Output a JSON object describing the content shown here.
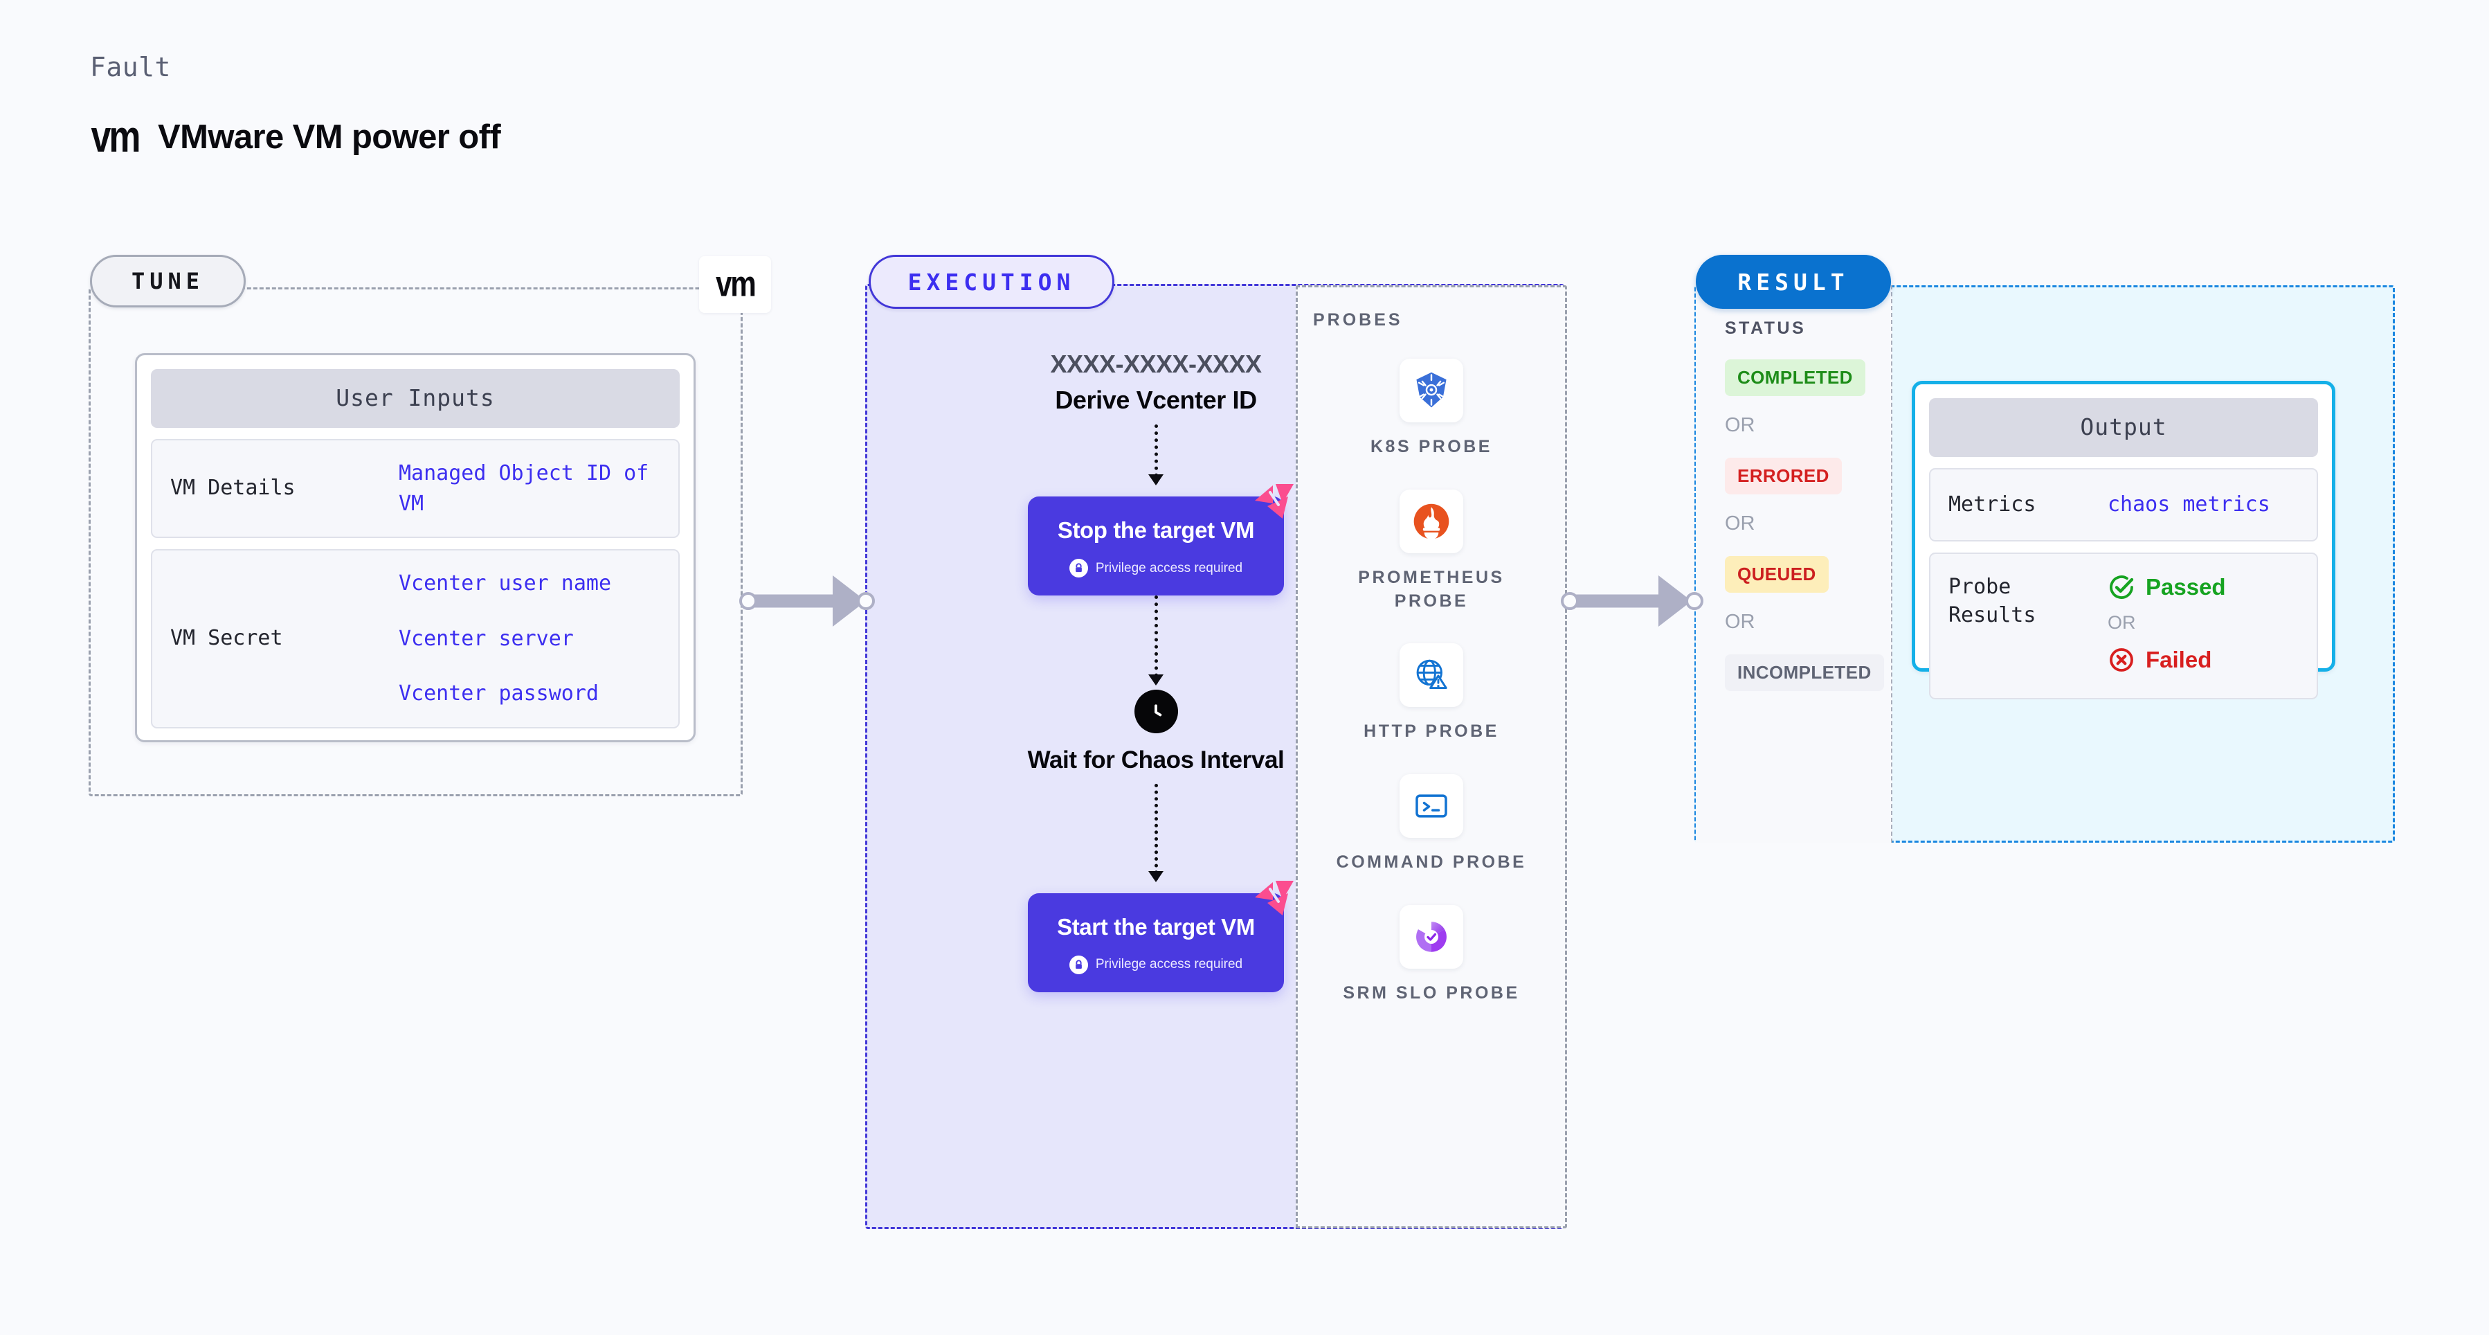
{
  "header": {
    "kicker": "Fault",
    "logo_text": "vm",
    "title": "VMware VM power off"
  },
  "tune": {
    "badge": "TUNE",
    "chip_logo": "vm",
    "card": {
      "title": "User Inputs",
      "rows": [
        {
          "label": "VM Details",
          "values": [
            "Managed Object ID of VM"
          ]
        },
        {
          "label": "VM Secret",
          "values": [
            "Vcenter user name",
            "Vcenter server",
            "Vcenter password"
          ]
        }
      ]
    }
  },
  "execution": {
    "badge": "EXECUTION",
    "derive": {
      "id_placeholder": "XXXX-XXXX-XXXX",
      "label": "Derive Vcenter ID"
    },
    "steps": [
      {
        "title": "Stop the target VM",
        "subtitle": "Privilege access required",
        "icon": "lock-icon",
        "badge_icon": "chaos-badge-icon"
      },
      {
        "title": "Wait for Chaos Interval",
        "icon": "clock-icon"
      },
      {
        "title": "Start the target VM",
        "subtitle": "Privilege access required",
        "icon": "lock-icon",
        "badge_icon": "chaos-badge-icon"
      }
    ]
  },
  "probes": {
    "title": "PROBES",
    "items": [
      {
        "name": "K8S PROBE",
        "icon": "kubernetes-icon"
      },
      {
        "name": "PROMETHEUS PROBE",
        "icon": "prometheus-icon"
      },
      {
        "name": "HTTP PROBE",
        "icon": "http-globe-warning-icon"
      },
      {
        "name": "COMMAND PROBE",
        "icon": "terminal-icon"
      },
      {
        "name": "SRM SLO PROBE",
        "icon": "srm-slo-icon"
      }
    ]
  },
  "result": {
    "badge": "RESULT",
    "status": {
      "heading": "STATUS",
      "or_label": "OR",
      "items": [
        {
          "label": "COMPLETED",
          "bg": "#dcf5d8",
          "fg": "#1d8c18"
        },
        {
          "label": "ERRORED",
          "bg": "#fdeaea",
          "fg": "#d42020"
        },
        {
          "label": "QUEUED",
          "bg": "#fdeeba",
          "fg": "#cc1f1f"
        },
        {
          "label": "INCOMPLETED",
          "bg": "#f0f1f6",
          "fg": "#5f6474"
        }
      ]
    },
    "output": {
      "title": "Output",
      "metrics": {
        "label": "Metrics",
        "value": "chaos metrics"
      },
      "probe_results": {
        "label": "Probe Results",
        "or_label": "OR",
        "passed": {
          "label": "Passed",
          "icon": "check-circle-icon",
          "color": "#16a321"
        },
        "failed": {
          "label": "Failed",
          "icon": "x-circle-icon",
          "color": "#d81f1f"
        }
      }
    }
  },
  "colors": {
    "page_bg": "#f9fafd",
    "execution_fill": "#e6e6fb",
    "execution_border": "#4237d8",
    "action_card": "#4a3ae0",
    "result_fill": "#e9f8fe",
    "result_border": "#1a86e0",
    "result_badge": "#0a72cf",
    "output_border": "#15b0e8",
    "chaos_pink": "#fb4d8f",
    "connector_gray": "#aeb0c6"
  }
}
